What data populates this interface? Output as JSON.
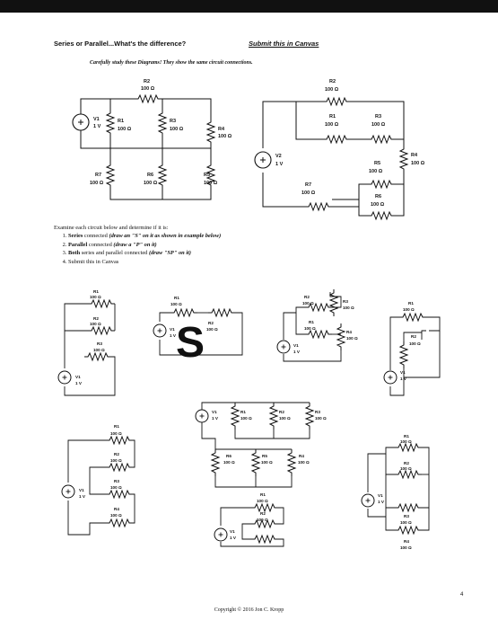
{
  "header": {
    "title": "Series or Parallel...What's the difference?",
    "submit": "Submit this in Canvas",
    "subtitle": "Carefully study these Diagrams! They show the same circuit connections."
  },
  "instructions": {
    "intro": "Examine each circuit below and determine if it is:",
    "items": [
      {
        "bold": "Series",
        "rest": " connected ",
        "italic": "(draw an \"S\" on it as shown in example below)"
      },
      {
        "bold": "Parallel",
        "rest": " connected ",
        "italic": "(draw a \"P\" on it)"
      },
      {
        "bold": "Both",
        "rest": " series and parallel connected ",
        "italic": "(draw \"SP\" on it)"
      },
      {
        "bold": "",
        "rest": "Submit this in Canvas",
        "italic": ""
      }
    ]
  },
  "labels": {
    "v1": "V1",
    "v2": "V2",
    "volt": "1 V",
    "r1": "R1",
    "r2": "R2",
    "r3": "R3",
    "r4": "R4",
    "r5": "R5",
    "r6": "R6",
    "r7": "R7",
    "ohm": "100 Ω",
    "example_mark": "S"
  },
  "footer": {
    "copyright": "Copyright © 2016 Jon C. Kropp",
    "page_number": "4"
  },
  "colors": {
    "ink": "#111111",
    "page": "#ffffff",
    "background": "#111111",
    "mark": "#333333"
  }
}
